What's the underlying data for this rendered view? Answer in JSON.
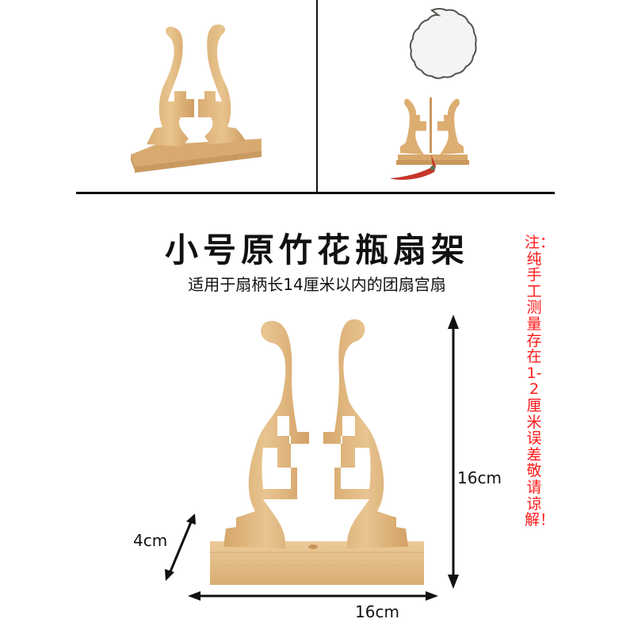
{
  "top_images": [
    {
      "name": "stand-product-photo",
      "description": "bamboo vase-shaped fan stand, angled view"
    },
    {
      "name": "stand-with-fan-photo",
      "description": "fan stand holding round white silk fan with red tassel"
    }
  ],
  "heading": {
    "title": "小号原竹花瓶扇架",
    "subtitle": "适用于扇柄长14厘米以内的团扇宫扇"
  },
  "note": {
    "text": "注：纯手工测量存在1-2厘米误差敬请谅解！",
    "color": "#ff1a1a"
  },
  "dimensions": {
    "height": "16cm",
    "width": "16cm",
    "depth": "4cm"
  },
  "colors": {
    "wood": "#dcb27a",
    "wood_dark": "#c8955a",
    "wood_light": "#ecc998",
    "line": "#111111"
  }
}
